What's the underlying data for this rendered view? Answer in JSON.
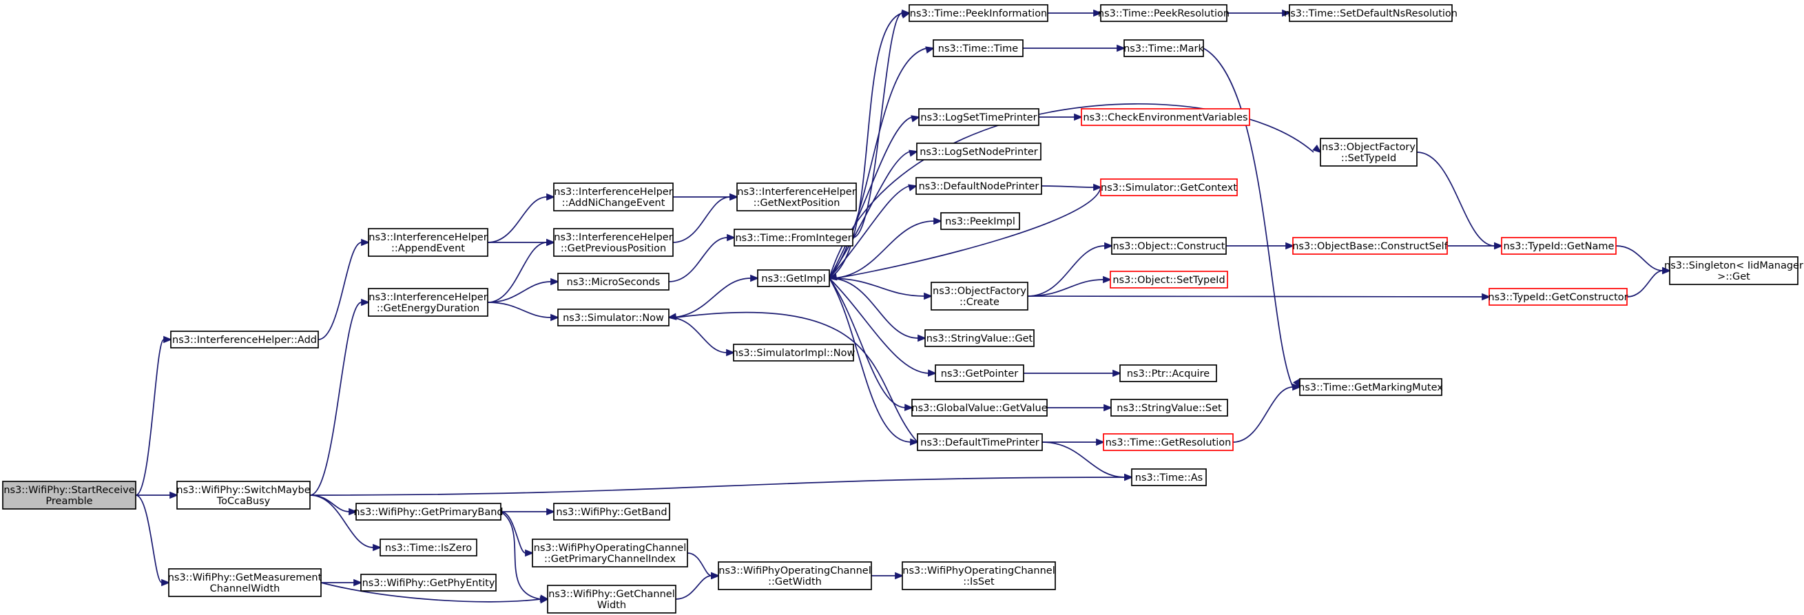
{
  "graph": {
    "title": "",
    "root": "start_receive_preamble",
    "nodes": [
      {
        "id": "start_receive_preamble",
        "lines": [
          "ns3::WifiPhy::StartReceive",
          "Preamble"
        ],
        "root": true
      },
      {
        "id": "interference_add",
        "lines": [
          "ns3::InterferenceHelper::Add"
        ]
      },
      {
        "id": "switch_maybe",
        "lines": [
          "ns3::WifiPhy::SwitchMaybe",
          "ToCcaBusy"
        ]
      },
      {
        "id": "get_measurement_cw",
        "lines": [
          "ns3::WifiPhy::GetMeasurement",
          "ChannelWidth"
        ]
      },
      {
        "id": "append_event",
        "lines": [
          "ns3::InterferenceHelper",
          "::AppendEvent"
        ]
      },
      {
        "id": "get_energy_duration",
        "lines": [
          "ns3::InterferenceHelper",
          "::GetEnergyDuration"
        ]
      },
      {
        "id": "get_primary_band",
        "lines": [
          "ns3::WifiPhy::GetPrimaryBand"
        ]
      },
      {
        "id": "time_is_zero",
        "lines": [
          "ns3::Time::IsZero"
        ]
      },
      {
        "id": "get_phy_entity",
        "lines": [
          "ns3::WifiPhy::GetPhyEntity"
        ]
      },
      {
        "id": "add_ni_change",
        "lines": [
          "ns3::InterferenceHelper",
          "::AddNiChangeEvent"
        ]
      },
      {
        "id": "get_previous_position",
        "lines": [
          "ns3::InterferenceHelper",
          "::GetPreviousPosition"
        ]
      },
      {
        "id": "micro_seconds",
        "lines": [
          "ns3::MicroSeconds"
        ]
      },
      {
        "id": "simulator_now",
        "lines": [
          "ns3::Simulator::Now"
        ]
      },
      {
        "id": "get_band",
        "lines": [
          "ns3::WifiPhy::GetBand"
        ]
      },
      {
        "id": "get_primary_channel_index",
        "lines": [
          "ns3::WifiPhyOperatingChannel",
          "::GetPrimaryChannelIndex"
        ]
      },
      {
        "id": "get_channel_width",
        "lines": [
          "ns3::WifiPhy::GetChannel",
          "Width"
        ]
      },
      {
        "id": "get_next_position",
        "lines": [
          "ns3::InterferenceHelper",
          "::GetNextPosition"
        ]
      },
      {
        "id": "time_from_integer",
        "lines": [
          "ns3::Time::FromInteger"
        ]
      },
      {
        "id": "get_impl",
        "lines": [
          "ns3::GetImpl"
        ]
      },
      {
        "id": "simulator_impl_now",
        "lines": [
          "ns3::SimulatorImpl::Now"
        ]
      },
      {
        "id": "op_channel_get_width",
        "lines": [
          "ns3::WifiPhyOperatingChannel",
          "::GetWidth"
        ]
      },
      {
        "id": "op_channel_is_set",
        "lines": [
          "ns3::WifiPhyOperatingChannel",
          "::IsSet"
        ]
      },
      {
        "id": "time_peek_information",
        "lines": [
          "ns3::Time::PeekInformation"
        ]
      },
      {
        "id": "time_time",
        "lines": [
          "ns3::Time::Time"
        ]
      },
      {
        "id": "log_set_time_printer",
        "lines": [
          "ns3::LogSetTimePrinter"
        ]
      },
      {
        "id": "log_set_node_printer",
        "lines": [
          "ns3::LogSetNodePrinter"
        ]
      },
      {
        "id": "default_node_printer",
        "lines": [
          "ns3::DefaultNodePrinter"
        ]
      },
      {
        "id": "peek_impl",
        "lines": [
          "ns3::PeekImpl"
        ]
      },
      {
        "id": "object_factory_create",
        "lines": [
          "ns3::ObjectFactory",
          "::Create"
        ]
      },
      {
        "id": "string_value_get",
        "lines": [
          "ns3::StringValue::Get"
        ]
      },
      {
        "id": "get_pointer",
        "lines": [
          "ns3::GetPointer"
        ]
      },
      {
        "id": "global_value_get_value",
        "lines": [
          "ns3::GlobalValue::GetValue"
        ]
      },
      {
        "id": "default_time_printer",
        "lines": [
          "ns3::DefaultTimePrinter"
        ]
      },
      {
        "id": "time_peek_resolution",
        "lines": [
          "ns3::Time::PeekResolution"
        ]
      },
      {
        "id": "time_mark",
        "lines": [
          "ns3::Time::Mark"
        ]
      },
      {
        "id": "check_env_vars",
        "lines": [
          "ns3::CheckEnvironmentVariables"
        ],
        "truncated": true
      },
      {
        "id": "simulator_get_context",
        "lines": [
          "ns3::Simulator::GetContext"
        ],
        "truncated": true
      },
      {
        "id": "object_construct",
        "lines": [
          "ns3::Object::Construct"
        ]
      },
      {
        "id": "object_set_type_id",
        "lines": [
          "ns3::Object::SetTypeId"
        ],
        "truncated": true
      },
      {
        "id": "ptr_acquire",
        "lines": [
          "ns3::Ptr::Acquire"
        ]
      },
      {
        "id": "string_value_set",
        "lines": [
          "ns3::StringValue::Set"
        ]
      },
      {
        "id": "time_get_resolution",
        "lines": [
          "ns3::Time::GetResolution"
        ],
        "truncated": true
      },
      {
        "id": "time_as",
        "lines": [
          "ns3::Time::As"
        ]
      },
      {
        "id": "time_set_default_ns_resolution",
        "lines": [
          "ns3::Time::SetDefaultNsResolution"
        ]
      },
      {
        "id": "object_factory_set_type_id",
        "lines": [
          "ns3::ObjectFactory",
          "::SetTypeId"
        ]
      },
      {
        "id": "object_base_construct_self",
        "lines": [
          "ns3::ObjectBase::ConstructSelf"
        ],
        "truncated": true
      },
      {
        "id": "type_id_get_name",
        "lines": [
          "ns3::TypeId::GetName"
        ],
        "truncated": true
      },
      {
        "id": "type_id_get_constructor",
        "lines": [
          "ns3::TypeId::GetConstructor"
        ],
        "truncated": true
      },
      {
        "id": "time_get_marking_mutex",
        "lines": [
          "ns3::Time::GetMarkingMutex"
        ]
      },
      {
        "id": "singleton_get",
        "lines": [
          "ns3::Singleton< IidManager",
          " >::Get"
        ]
      }
    ],
    "edges": [
      [
        "start_receive_preamble",
        "interference_add"
      ],
      [
        "start_receive_preamble",
        "switch_maybe"
      ],
      [
        "start_receive_preamble",
        "get_measurement_cw"
      ],
      [
        "interference_add",
        "append_event"
      ],
      [
        "append_event",
        "add_ni_change"
      ],
      [
        "append_event",
        "get_previous_position"
      ],
      [
        "add_ni_change",
        "get_next_position"
      ],
      [
        "get_previous_position",
        "get_next_position"
      ],
      [
        "switch_maybe",
        "get_energy_duration"
      ],
      [
        "switch_maybe",
        "get_primary_band"
      ],
      [
        "switch_maybe",
        "time_is_zero"
      ],
      [
        "switch_maybe",
        "time_as"
      ],
      [
        "get_energy_duration",
        "get_previous_position"
      ],
      [
        "get_energy_duration",
        "micro_seconds"
      ],
      [
        "get_energy_duration",
        "simulator_now"
      ],
      [
        "micro_seconds",
        "time_from_integer"
      ],
      [
        "time_from_integer",
        "time_peek_information"
      ],
      [
        "simulator_now",
        "get_impl"
      ],
      [
        "simulator_now",
        "simulator_impl_now"
      ],
      [
        "get_impl",
        "time_peek_information"
      ],
      [
        "get_impl",
        "time_time"
      ],
      [
        "get_impl",
        "log_set_time_printer"
      ],
      [
        "get_impl",
        "log_set_node_printer"
      ],
      [
        "get_impl",
        "default_node_printer"
      ],
      [
        "get_impl",
        "peek_impl"
      ],
      [
        "get_impl",
        "object_factory_create"
      ],
      [
        "get_impl",
        "string_value_get"
      ],
      [
        "get_impl",
        "get_pointer"
      ],
      [
        "get_impl",
        "global_value_get_value"
      ],
      [
        "get_impl",
        "default_time_printer"
      ],
      [
        "get_impl",
        "object_factory_set_type_id"
      ],
      [
        "simulator_get_context",
        "get_impl"
      ],
      [
        "default_time_printer",
        "simulator_now"
      ],
      [
        "time_peek_information",
        "time_peek_resolution"
      ],
      [
        "time_peek_resolution",
        "time_set_default_ns_resolution"
      ],
      [
        "time_time",
        "time_mark"
      ],
      [
        "time_mark",
        "time_get_marking_mutex"
      ],
      [
        "log_set_time_printer",
        "check_env_vars"
      ],
      [
        "default_node_printer",
        "simulator_get_context"
      ],
      [
        "object_factory_create",
        "object_construct"
      ],
      [
        "object_factory_create",
        "object_set_type_id"
      ],
      [
        "object_factory_create",
        "type_id_get_constructor"
      ],
      [
        "object_construct",
        "object_base_construct_self"
      ],
      [
        "object_base_construct_self",
        "type_id_get_name"
      ],
      [
        "object_factory_set_type_id",
        "type_id_get_name"
      ],
      [
        "type_id_get_name",
        "singleton_get"
      ],
      [
        "type_id_get_constructor",
        "singleton_get"
      ],
      [
        "get_pointer",
        "ptr_acquire"
      ],
      [
        "global_value_get_value",
        "string_value_set"
      ],
      [
        "default_time_printer",
        "time_get_resolution"
      ],
      [
        "default_time_printer",
        "time_as"
      ],
      [
        "time_get_resolution",
        "time_get_marking_mutex"
      ],
      [
        "get_primary_band",
        "get_band"
      ],
      [
        "get_primary_band",
        "get_primary_channel_index"
      ],
      [
        "get_primary_band",
        "get_channel_width"
      ],
      [
        "get_primary_channel_index",
        "op_channel_get_width"
      ],
      [
        "get_channel_width",
        "op_channel_get_width"
      ],
      [
        "op_channel_get_width",
        "op_channel_is_set"
      ],
      [
        "get_measurement_cw",
        "get_phy_entity"
      ],
      [
        "get_measurement_cw",
        "get_channel_width"
      ]
    ]
  }
}
